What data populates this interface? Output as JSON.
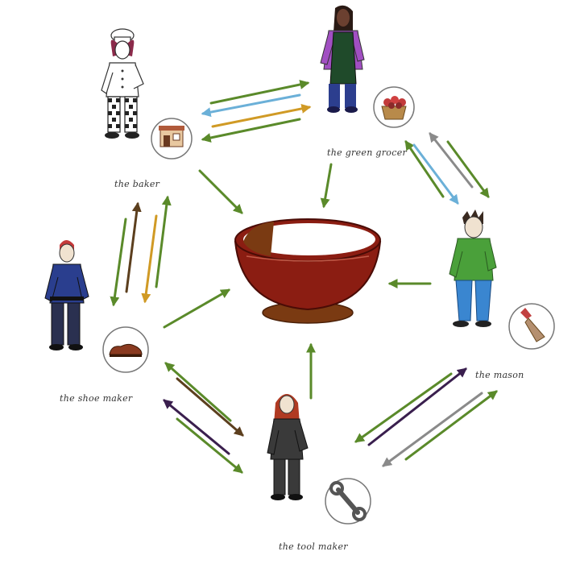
{
  "people": {
    "baker": {
      "label": "the baker",
      "tool": "shop-icon"
    },
    "green_grocer": {
      "label": "the green grocer",
      "tool": "fruit-basket-icon"
    },
    "mason": {
      "label": "the mason",
      "tool": "trowel-icon"
    },
    "tool_maker": {
      "label": "the tool maker",
      "tool": "wrench-icon"
    },
    "shoe_maker": {
      "label": "the shoe maker",
      "tool": "shoe-icon"
    }
  },
  "center": {
    "name": "bowl-icon"
  },
  "colors": {
    "green": "#5a8a2a",
    "blue": "#6bb0d8",
    "gold": "#d09a25",
    "brown": "#5c3f1e",
    "gray": "#8a8a8a",
    "purple": "#3a1f4e",
    "bowl_red": "#8b1d12",
    "bowl_base": "#7a3a12"
  }
}
